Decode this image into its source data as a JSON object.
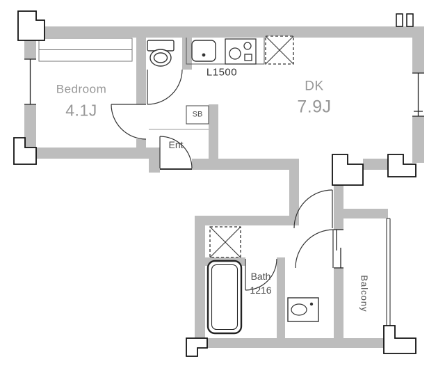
{
  "floorplan": {
    "rooms": {
      "bedroom": {
        "label": "Bedroom",
        "size": "4.1J"
      },
      "dining_kitchen": {
        "label": "DK",
        "size": "7.9J"
      },
      "entrance": {
        "label": "Ent"
      },
      "shoe_box": {
        "label": "SB"
      },
      "bath": {
        "label": "Bath",
        "size": "1216"
      },
      "balcony": {
        "label": "Balcony"
      }
    },
    "annotations": {
      "kitchen_counter_length": "L1500"
    },
    "fixtures": [
      "toilet-icon",
      "kitchen-sink-icon",
      "gas-stove-icon",
      "refrigerator-space-icon",
      "washing-machine-space-icon",
      "bathtub-icon",
      "washbasin-icon"
    ],
    "colors": {
      "wall_fill": "#bdbdbd",
      "outline": "#222222",
      "room_label_text": "#979797",
      "small_label_text": "#4d4d4d",
      "background": "#ffffff"
    }
  }
}
